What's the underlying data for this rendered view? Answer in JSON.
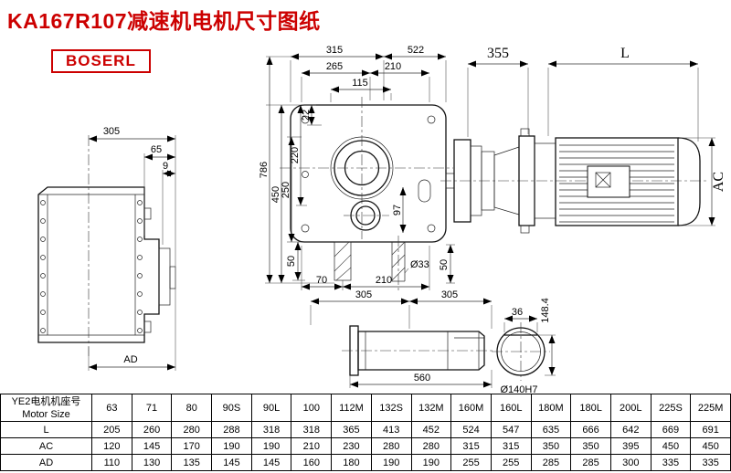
{
  "title": "KA167R107减速机电机尺寸图纸",
  "logo": "BOSERL",
  "dims": {
    "d315": "315",
    "d522": "522",
    "d265": "265",
    "d210_top": "210",
    "d115": "115",
    "d22": "22",
    "d220": "220",
    "d250": "250",
    "d450": "450",
    "d786": "786",
    "d97": "97",
    "d50_bottom_left": "50",
    "d70": "70",
    "d210_bottom": "210",
    "d33": "Ø33",
    "d50_bottom_right": "50",
    "d355": "355",
    "dL": "L",
    "dAC": "AC",
    "d305_side": "305",
    "d65": "65",
    "d9": "9",
    "dAD": "AD",
    "d305_shaft_a": "305",
    "d305_shaft_b": "305",
    "d560": "560",
    "d36": "36",
    "d148_4": "148.4",
    "d140h7": "Ø140H7"
  },
  "table": {
    "header_cn": "YE2电机机座号",
    "header_en": "Motor Size",
    "sizes": [
      "63",
      "71",
      "80",
      "90S",
      "90L",
      "100",
      "112M",
      "132S",
      "132M",
      "160M",
      "160L",
      "180M",
      "180L",
      "200L",
      "225S",
      "225M"
    ],
    "rows": [
      {
        "label": "L",
        "values": [
          "205",
          "260",
          "280",
          "288",
          "318",
          "318",
          "365",
          "413",
          "452",
          "524",
          "547",
          "635",
          "666",
          "642",
          "669",
          "691"
        ]
      },
      {
        "label": "AC",
        "values": [
          "120",
          "145",
          "170",
          "190",
          "190",
          "210",
          "230",
          "280",
          "280",
          "315",
          "315",
          "350",
          "350",
          "395",
          "450",
          "450"
        ]
      },
      {
        "label": "AD",
        "values": [
          "110",
          "130",
          "135",
          "145",
          "145",
          "160",
          "180",
          "190",
          "190",
          "255",
          "255",
          "285",
          "285",
          "300",
          "335",
          "335"
        ]
      }
    ]
  }
}
